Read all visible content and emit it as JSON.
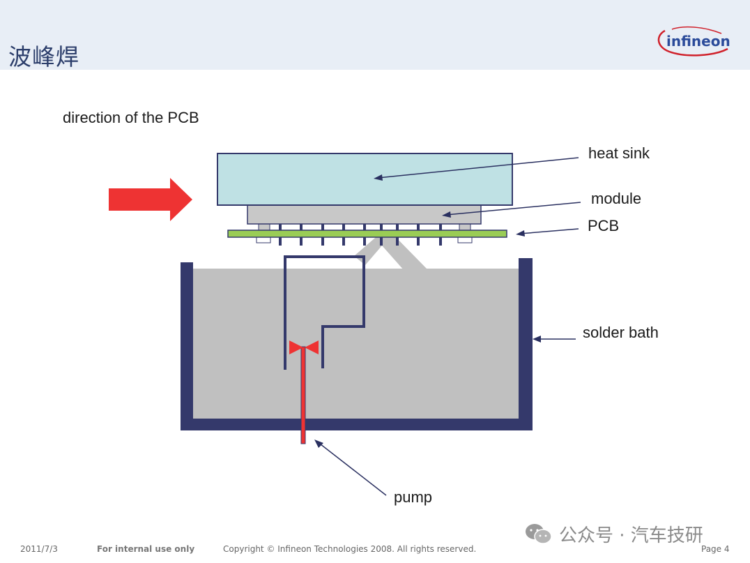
{
  "slide": {
    "title": "波峰焊"
  },
  "logo": {
    "text": "infineon"
  },
  "labels": {
    "direction": "direction of the PCB",
    "heat_sink": "heat sink",
    "module": "module",
    "pcb": "PCB",
    "solder_bath": "solder bath",
    "pump": "pump"
  },
  "footer": {
    "date": "2011/7/3",
    "internal": "For internal use only",
    "copyright": "Copyright © Infineon Technologies 2008. All rights reserved.",
    "page": "Page 4"
  },
  "watermark": {
    "text": "公众号 · 汽车技研"
  },
  "colors": {
    "header_bg": "#e8eef6",
    "heat_sink": "#bfe1e4",
    "module": "#c8c8c8",
    "pcb": "#9acd55",
    "solder": "#c0c0c0",
    "bath_wall": "#34396b",
    "arrow_red": "#ee3333",
    "line_navy": "#2a3060"
  }
}
